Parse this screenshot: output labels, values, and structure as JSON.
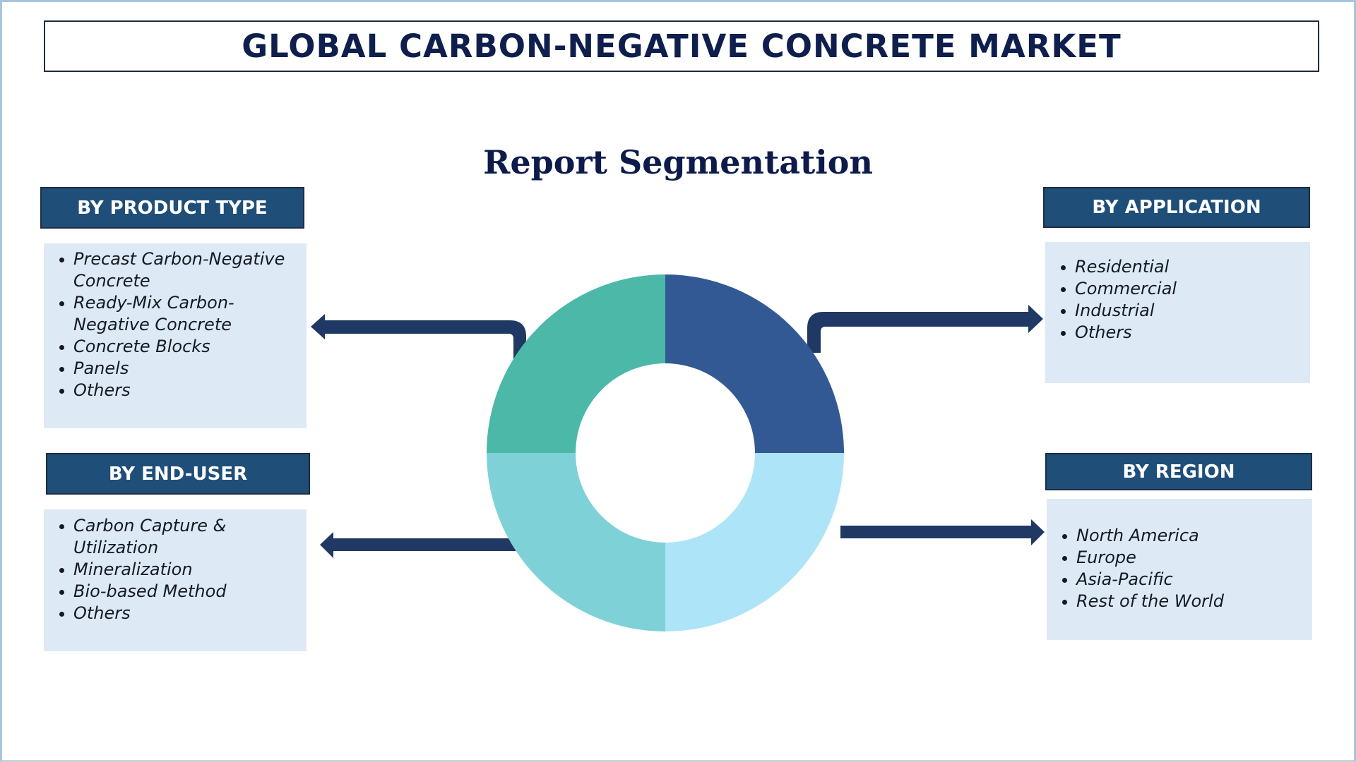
{
  "title": "GLOBAL CARBON-NEGATIVE CONCRETE MARKET",
  "subtitle": "Report Segmentation",
  "colors": {
    "header_bg": "#1f4e79",
    "list_bg": "#dee9f6",
    "arrow": "#1f3864",
    "title_text": "#0f1f4d",
    "donut_top_left": "#4cb8a8",
    "donut_top_right": "#335995",
    "donut_bottom_left": "#7fd1d8",
    "donut_bottom_right": "#aee4f7"
  },
  "segments": {
    "product_type": {
      "header": "BY PRODUCT TYPE",
      "items": [
        "Precast Carbon-Negative Concrete",
        "Ready-Mix Carbon-Negative Concrete",
        "Concrete Blocks",
        "Panels",
        "Others"
      ]
    },
    "end_user": {
      "header": "BY END-USER",
      "items": [
        "Carbon Capture & Utilization",
        "Mineralization",
        "Bio-based Method",
        "Others"
      ]
    },
    "application": {
      "header": "BY APPLICATION",
      "items": [
        "Residential",
        "Commercial",
        "Industrial",
        "Others"
      ]
    },
    "region": {
      "header": "BY REGION",
      "items": [
        "North America",
        "Europe",
        "Asia-Pacific",
        "Rest of the World"
      ]
    }
  },
  "donut": {
    "segments": [
      {
        "position": "top-left",
        "links_to": "BY PRODUCT TYPE"
      },
      {
        "position": "top-right",
        "links_to": "BY APPLICATION"
      },
      {
        "position": "bottom-left",
        "links_to": "BY END-USER"
      },
      {
        "position": "bottom-right",
        "links_to": "BY REGION"
      }
    ]
  }
}
